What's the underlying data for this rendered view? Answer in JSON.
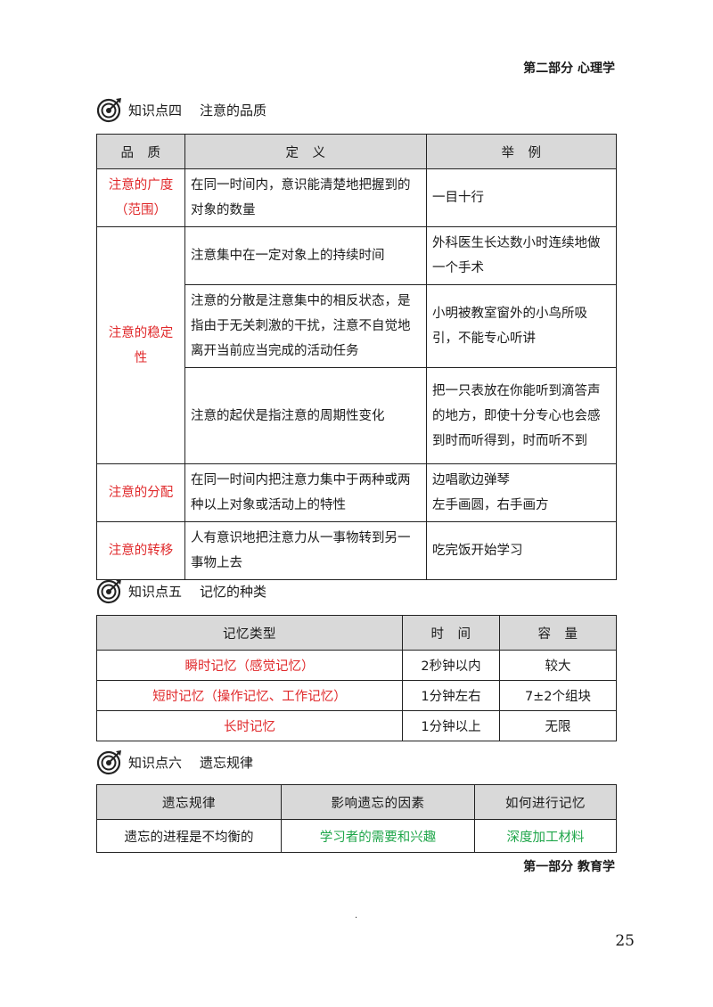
{
  "header": {
    "part": "第二部分  心理学"
  },
  "section4": {
    "num": "知识点四",
    "title": "注意的品质",
    "headers": [
      "品　质",
      "定　义",
      "举　例"
    ],
    "guangdu": {
      "quality": "注意的广度（范围）",
      "definition": "在同一时间内，意识能清楚地把握到的对象的数量",
      "example": "一目十行"
    },
    "wending": {
      "quality": "注意的稳定性",
      "rows": [
        {
          "definition": "注意集中在一定对象上的持续时间",
          "example": "外科医生长达数小时连续地做一个手术"
        },
        {
          "definition": "注意的分散是注意集中的相反状态，是指由于无关刺激的干扰，注意不自觉地离开当前应当完成的活动任务",
          "example": "小明被教室窗外的小鸟所吸引，不能专心听讲"
        },
        {
          "definition": "注意的起伏是指注意的周期性变化",
          "example": "把一只表放在你能听到滴答声的地方，即使十分专心也会感到时而听得到，时而听不到"
        }
      ]
    },
    "fenpei": {
      "quality": "注意的分配",
      "definition": "在同一时间内把注意力集中于两种或两种以上对象或活动上的特性",
      "example1": "边唱歌边弹琴",
      "example2": "左手画圆，右手画方"
    },
    "zhuanyi": {
      "quality": "注意的转移",
      "definition": "人有意识地把注意力从一事物转到另一事物上去",
      "example": "吃完饭开始学习"
    }
  },
  "section5": {
    "num": "知识点五",
    "title": "记忆的种类",
    "headers": [
      "记忆类型",
      "时　间",
      "容　量"
    ],
    "rows": [
      {
        "type": "瞬时记忆（感觉记忆）",
        "time": "2秒钟以内",
        "capacity": "较大"
      },
      {
        "type": "短时记忆（操作记忆、工作记忆）",
        "time": "1分钟左右",
        "capacity": "7±2个组块"
      },
      {
        "type": "长时记忆",
        "time": "1分钟以上",
        "capacity": "无限"
      }
    ]
  },
  "section6": {
    "num": "知识点六",
    "title": "遗忘规律",
    "headers": [
      "遗忘规律",
      "影响遗忘的因素",
      "如何进行记忆"
    ],
    "row": {
      "law": "遗忘的进程是不均衡的",
      "factor": "学习者的需要和兴趣",
      "method": "深度加工材料"
    }
  },
  "footer": {
    "part": "第一部分  教育学",
    "dot": ".",
    "page": "25"
  },
  "colors": {
    "highlight_red": "#e0292b",
    "highlight_green": "#1fa64a",
    "header_bg": "#d9d9d9"
  },
  "icons": {
    "section_icon": "target-arrow-icon"
  }
}
